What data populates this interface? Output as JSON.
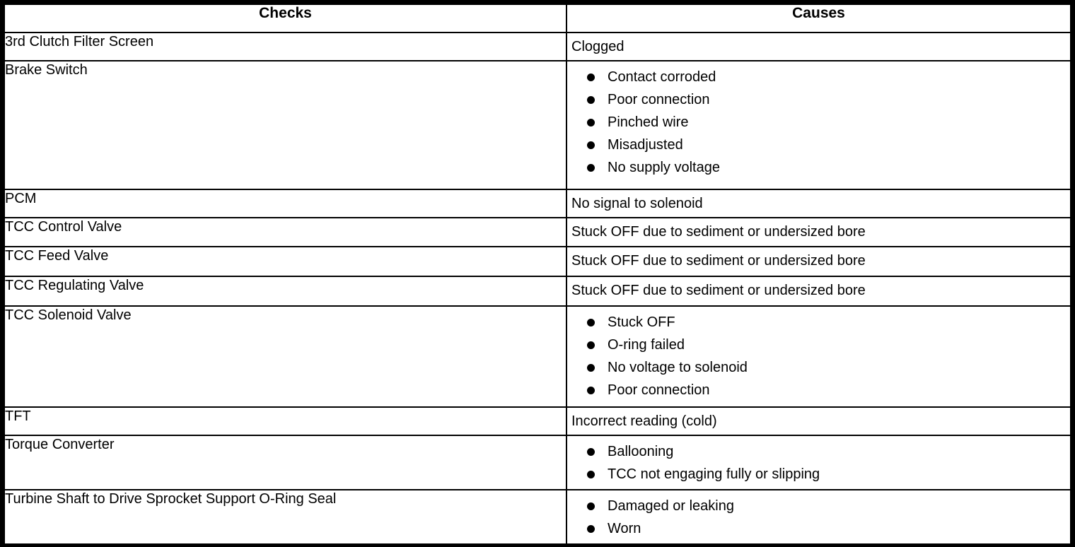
{
  "colors": {
    "border": "#000000",
    "text": "#000000",
    "background": "#ffffff"
  },
  "table": {
    "columns": [
      "Checks",
      "Causes"
    ],
    "rows": [
      {
        "check": "3rd Clutch Filter Screen",
        "bulleted": false,
        "causes": [
          "Clogged"
        ]
      },
      {
        "check": "Brake Switch",
        "bulleted": true,
        "causes": [
          "Contact corroded",
          "Poor connection",
          "Pinched wire",
          "Misadjusted",
          "No supply voltage"
        ]
      },
      {
        "check": "PCM",
        "bulleted": false,
        "causes": [
          "No signal to solenoid"
        ]
      },
      {
        "check": "TCC Control Valve",
        "bulleted": false,
        "causes": [
          "Stuck OFF due to sediment or undersized bore"
        ]
      },
      {
        "check": "TCC Feed Valve",
        "bulleted": false,
        "causes": [
          "Stuck OFF due to sediment or undersized bore"
        ]
      },
      {
        "check": "TCC Regulating Valve",
        "bulleted": false,
        "causes": [
          "Stuck OFF due to sediment or undersized bore"
        ]
      },
      {
        "check": "TCC Solenoid Valve",
        "bulleted": true,
        "causes": [
          "Stuck OFF",
          "O-ring failed",
          "No voltage to solenoid",
          "Poor connection"
        ]
      },
      {
        "check": "TFT",
        "bulleted": false,
        "causes": [
          "Incorrect reading (cold)"
        ]
      },
      {
        "check": "Torque Converter",
        "bulleted": true,
        "causes": [
          "Ballooning",
          "TCC not engaging fully or slipping"
        ]
      },
      {
        "check": "Turbine Shaft to Drive Sprocket Support O-Ring Seal",
        "bulleted": true,
        "causes": [
          "Damaged or leaking",
          "Worn"
        ]
      }
    ]
  }
}
